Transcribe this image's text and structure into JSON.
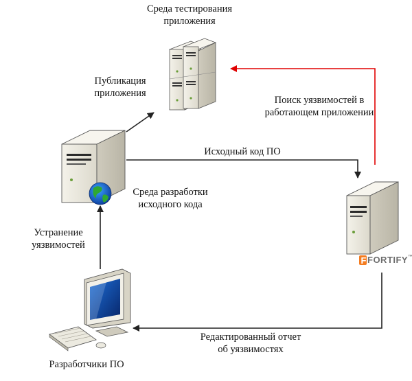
{
  "diagram": {
    "nodes": {
      "test_env": {
        "label_line1": "Среда тестирования",
        "label_line2": "приложения"
      },
      "dev_env": {
        "label_line1": "Среда разработки",
        "label_line2": "исходного кода"
      },
      "fortify": {
        "logo_text": "FORTIFY",
        "logo_mark": "™"
      },
      "developers": {
        "label": "Разработчики ПО"
      }
    },
    "edges": {
      "publish": {
        "line1": "Публикация",
        "line2": "приложения"
      },
      "source_code": {
        "label": "Исходный код ПО"
      },
      "vuln_search": {
        "line1": "Поиск уязвимостей в",
        "line2": "работающем приложении"
      },
      "report": {
        "line1": "Редактированный отчет",
        "line2": "об уязвимостях"
      },
      "fix": {
        "line1": "Устранение",
        "line2": "уязвимостей"
      }
    },
    "colors": {
      "arrow": "#222222",
      "highlight_arrow": "#e00000",
      "fortify_accent": "#f47c20",
      "server_body": "#e9e7dc"
    }
  }
}
